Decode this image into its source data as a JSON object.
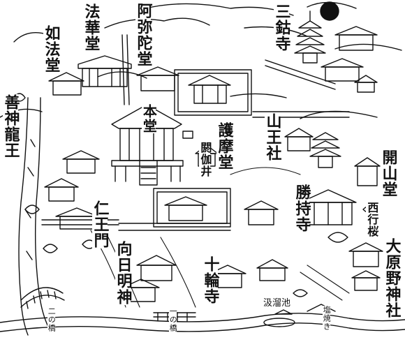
{
  "labels": {
    "hokkedo": "法華堂",
    "nyohodo": "如法堂",
    "amidado": "阿弥陀堂",
    "sankoji": "三鈷寺",
    "zenshinryuo": "善神龍王",
    "hondo": "本堂",
    "akai": "閼伽井",
    "gomado": "護摩堂",
    "sannosha": "山王社",
    "kaisando": "開山堂",
    "shojiji": "勝持寺",
    "saigyozakura": "西行桜",
    "niomon": "仁王門",
    "mukomyojin": "向日明神",
    "jurinji": "十輪寺",
    "oharanojinja": "大原野神社",
    "kyuryuchi": "汲溜池",
    "shioyaki": "塩焼き",
    "ninohashi": "二の橋",
    "ichinohashi": "一の橋"
  },
  "colors": {
    "ink": "#111111",
    "paper": "#ffffff"
  }
}
